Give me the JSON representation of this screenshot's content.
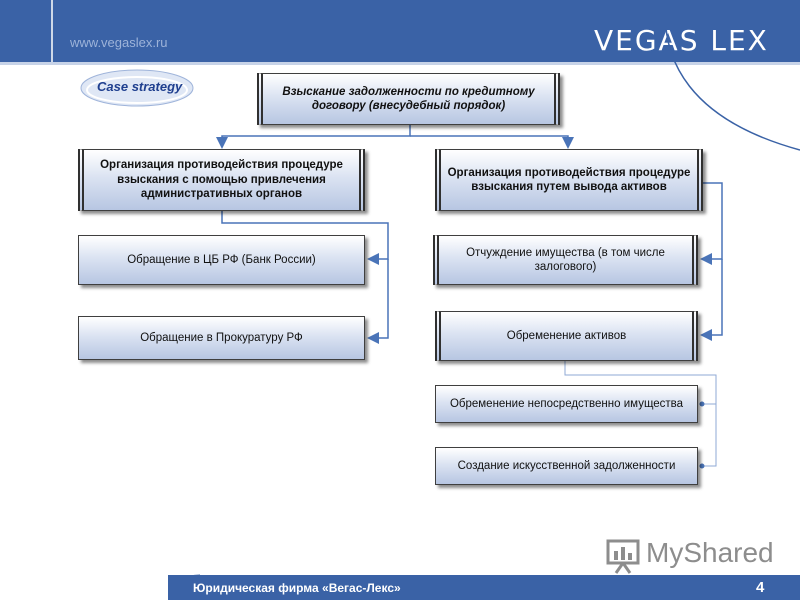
{
  "header": {
    "url": "www.vegaslex.ru",
    "logo": "VEGAS LEX"
  },
  "badge": {
    "label": "Case strategy"
  },
  "diagram": {
    "root": "Взыскание задолженности по кредитному договору (внесудебный порядок)",
    "left_branch": {
      "title": "Организация противодействия процедуре взыскания с помощью привлечения административных органов",
      "items": [
        "Обращение в ЦБ РФ (Банк России)",
        "Обращение в Прокуратуру РФ"
      ]
    },
    "right_branch": {
      "title": "Организация противодействия процедуре взыскания путем вывода активов",
      "items": [
        "Отчуждение имущества (в том числе залогового)",
        "Обременение активов"
      ],
      "subitems": [
        "Обременение непосредственно имущества",
        "Создание искусственной задолженности"
      ]
    }
  },
  "footer": {
    "firm": "Юридическая фирма «Вегас-Лекс»",
    "page": "4"
  },
  "watermark": {
    "text": "MyShared"
  },
  "colors": {
    "header": "#3a62a6",
    "connector": "#4a74b8"
  }
}
